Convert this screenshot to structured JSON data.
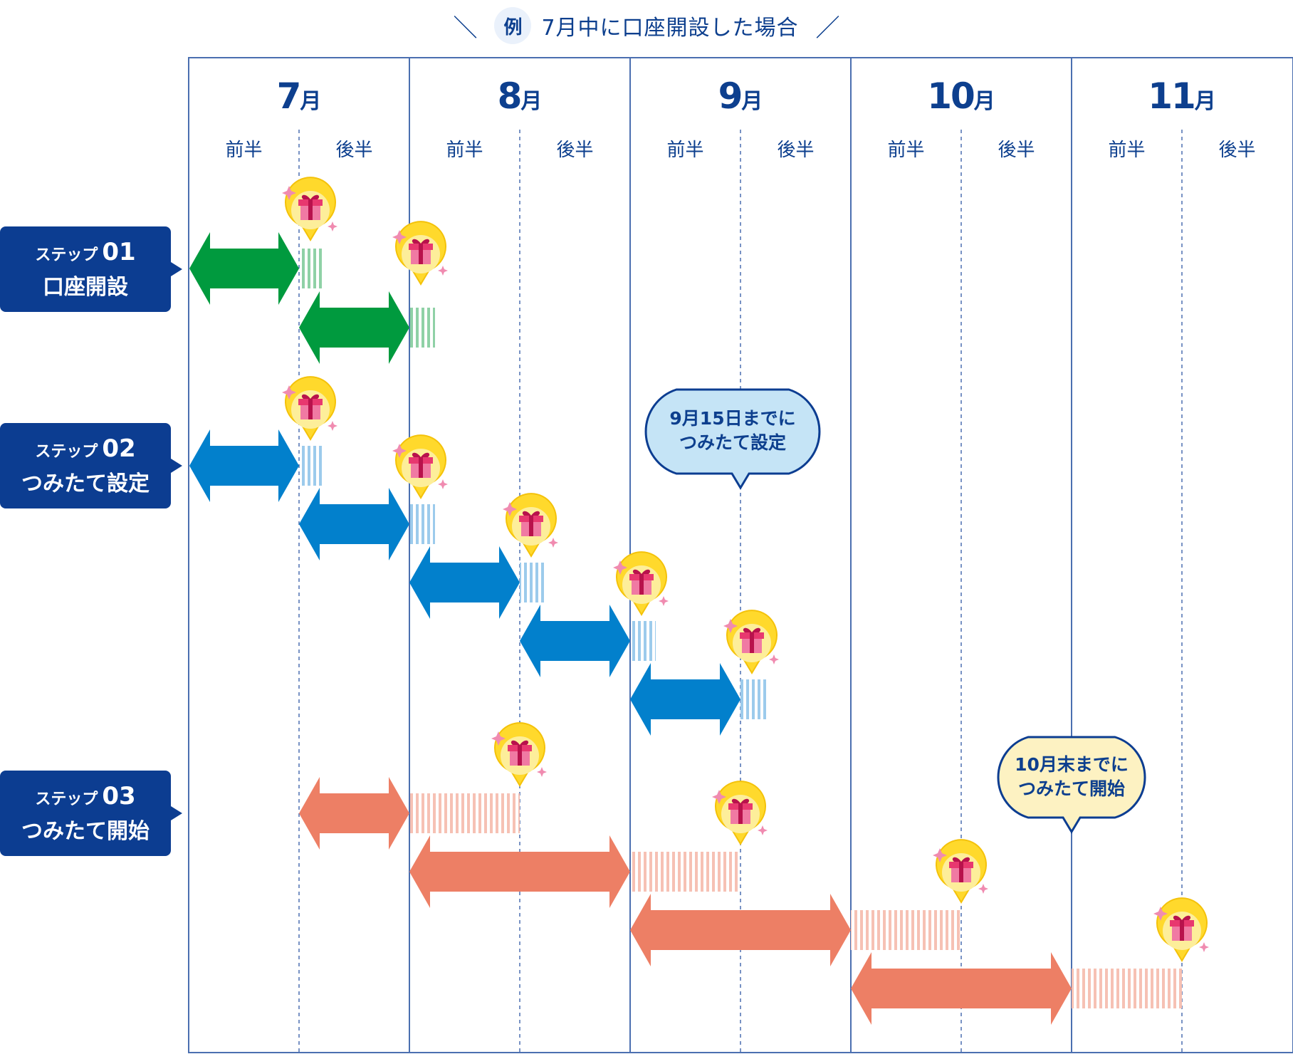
{
  "heading": {
    "slash_left": "＼",
    "example_badge": "例",
    "text": "7月中に口座開設した場合",
    "slash_right": "／"
  },
  "months": [
    {
      "number": "7",
      "suffix": "月"
    },
    {
      "number": "8",
      "suffix": "月"
    },
    {
      "number": "9",
      "suffix": "月"
    },
    {
      "number": "10",
      "suffix": "月"
    },
    {
      "number": "11",
      "suffix": "月"
    }
  ],
  "halves": {
    "first": "前半",
    "second": "後半"
  },
  "steps": [
    {
      "word": "ステップ",
      "number": "01",
      "title": "口座開設",
      "color": "#009a3e",
      "stripe": "#8fd1a6"
    },
    {
      "word": "ステップ",
      "number": "02",
      "title": "つみたて設定",
      "color": "#0280cc",
      "stripe": "#9ccbec"
    },
    {
      "word": "ステップ",
      "number": "03",
      "title": "つみたて開始",
      "color": "#ed7f65",
      "stripe": "#f6c1b4"
    }
  ],
  "callouts": {
    "setup": {
      "line1": "9月15日までに",
      "line2": "つみたて設定",
      "fill": "#c5e4f6"
    },
    "start": {
      "line1": "10月末までに",
      "line2": "つみたて開始",
      "fill": "#fdf2c2"
    }
  },
  "colors": {
    "navy": "#0c3d91",
    "grid": "#4b6fb0",
    "gift_circle": "#ffd92c",
    "gift_box": "#e8386f",
    "sparkle": "#f08bb0"
  },
  "icons": {
    "gift": "gift-pin-icon",
    "sparkle": "sparkle-icon"
  }
}
